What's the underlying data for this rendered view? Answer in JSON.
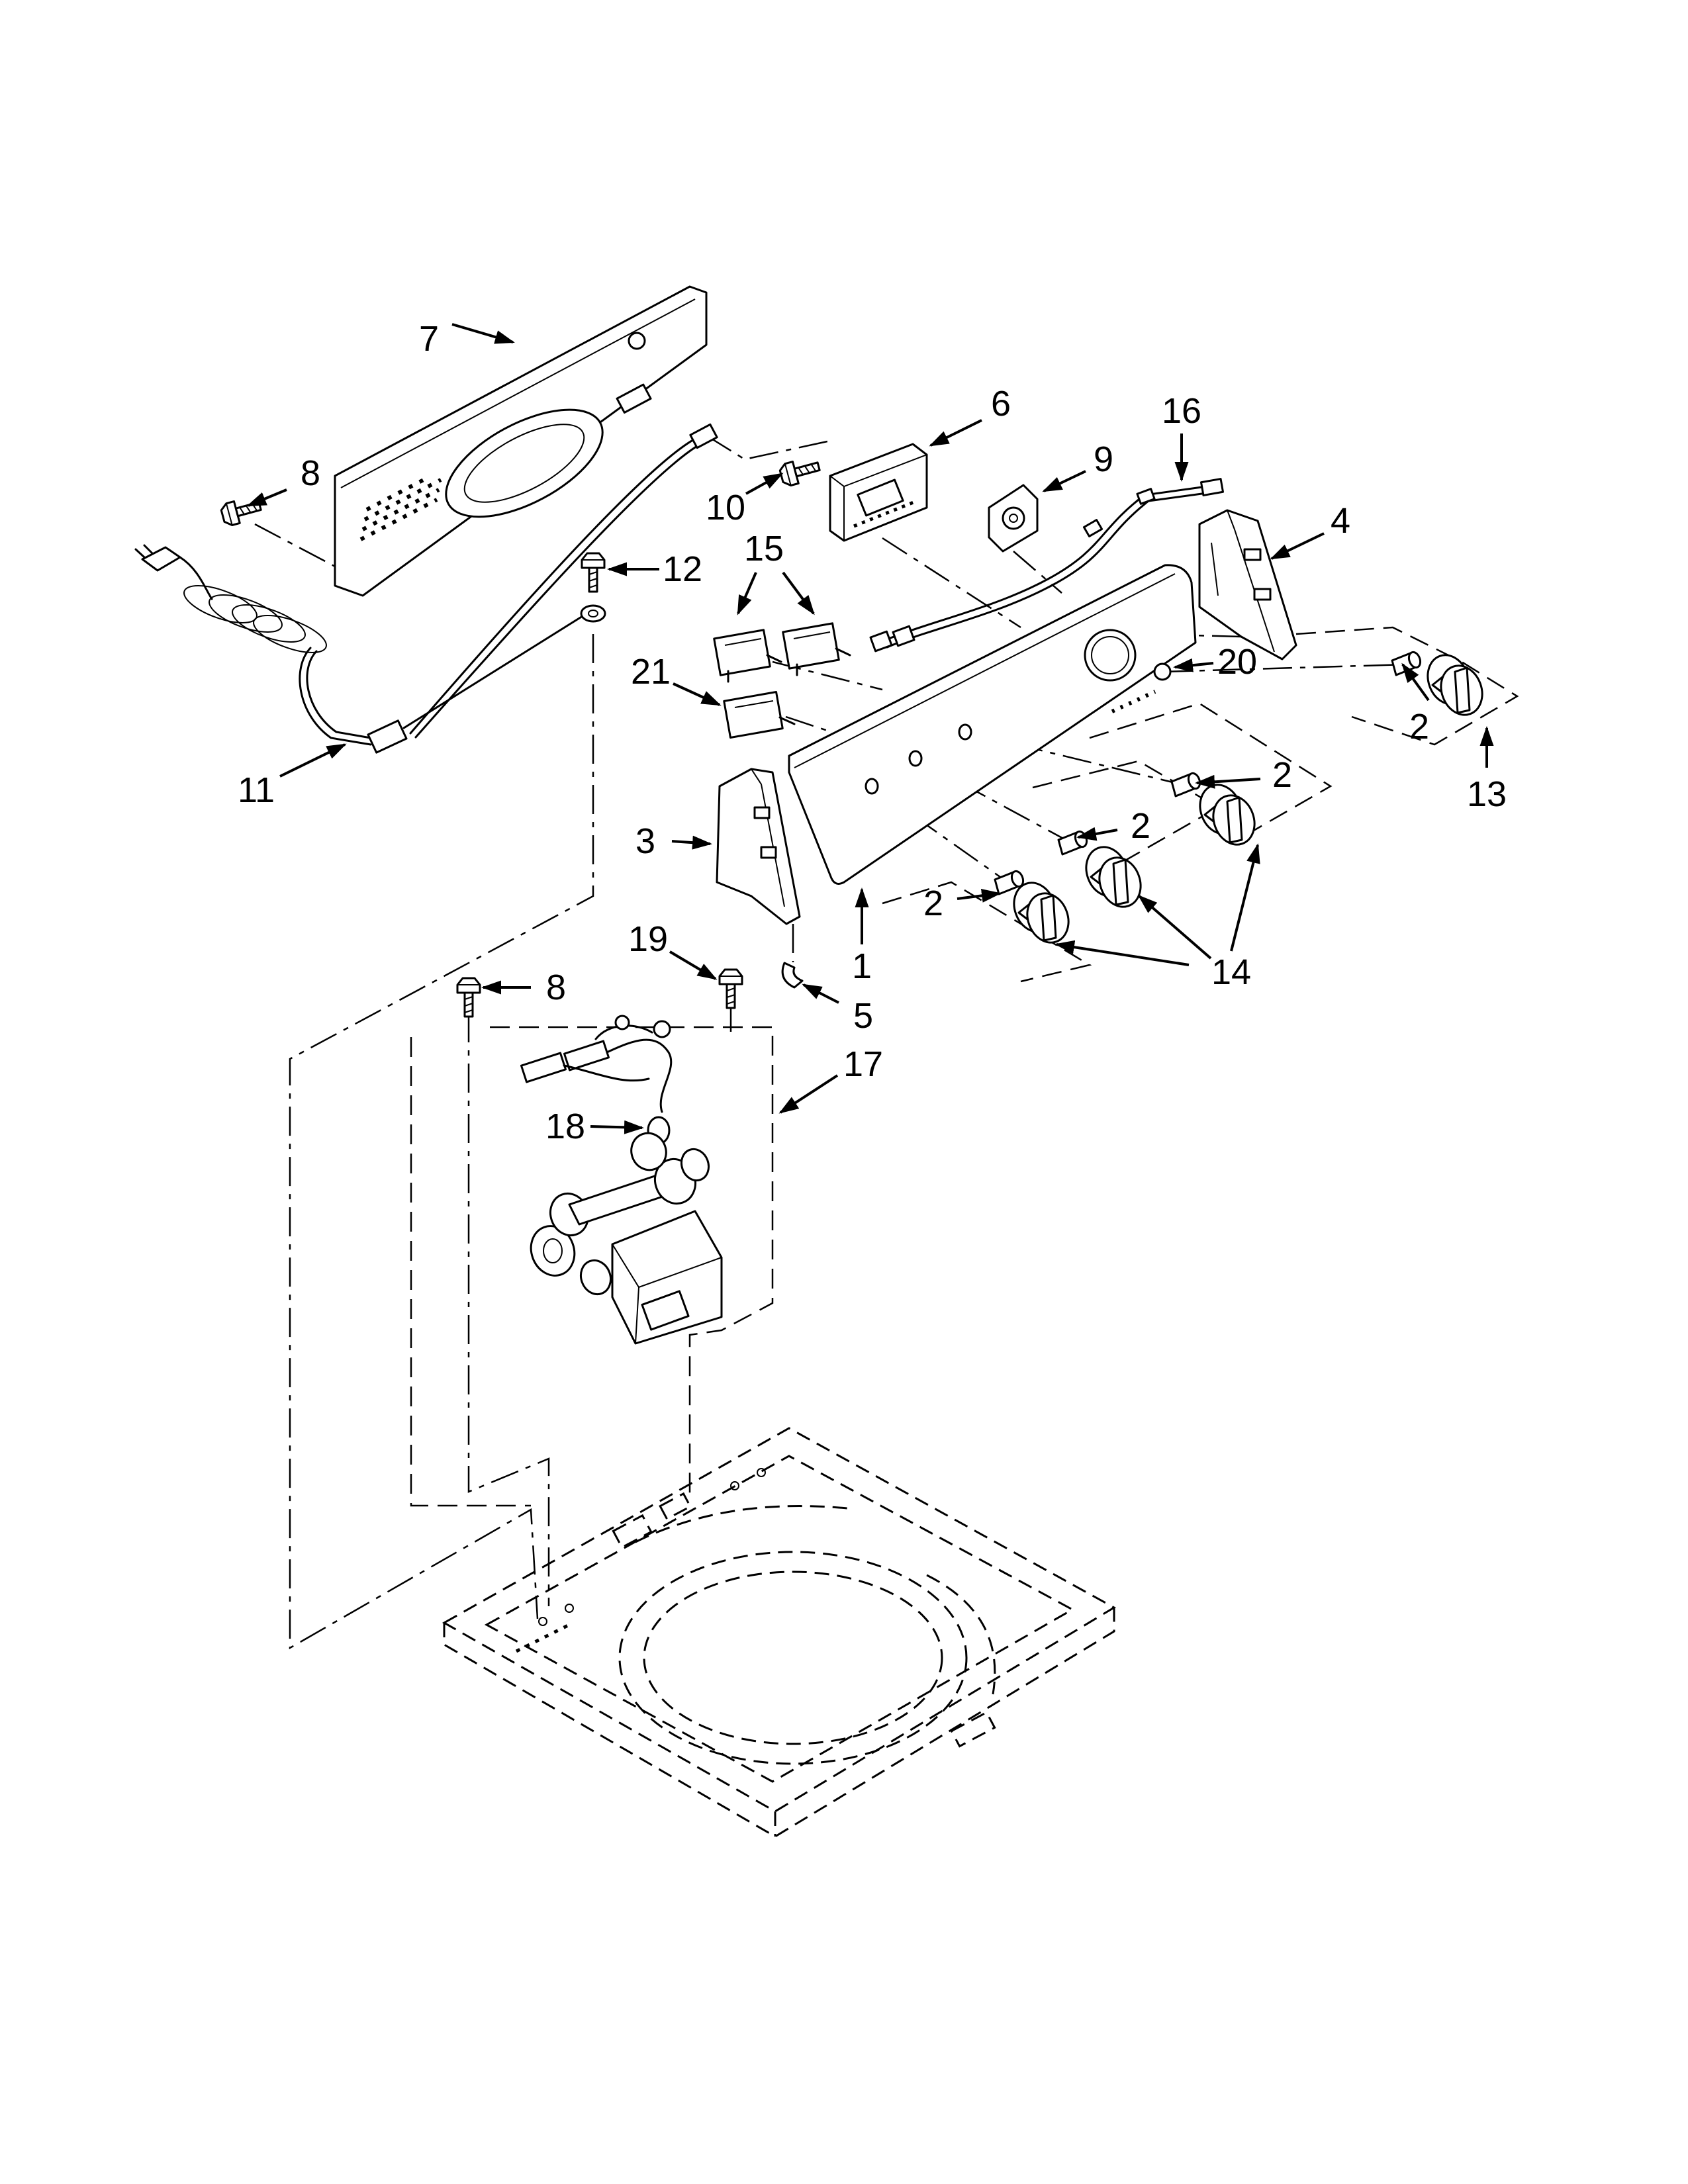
{
  "callouts": [
    "7",
    "6",
    "16",
    "8",
    "10",
    "9",
    "4",
    "15",
    "12",
    "21",
    "20",
    "11",
    "2",
    "13",
    "2",
    "3",
    "2",
    "2",
    "14",
    "1",
    "19",
    "8",
    "5",
    "17",
    "18"
  ],
  "colors": {
    "line": "#000000",
    "background": "#ffffff"
  }
}
